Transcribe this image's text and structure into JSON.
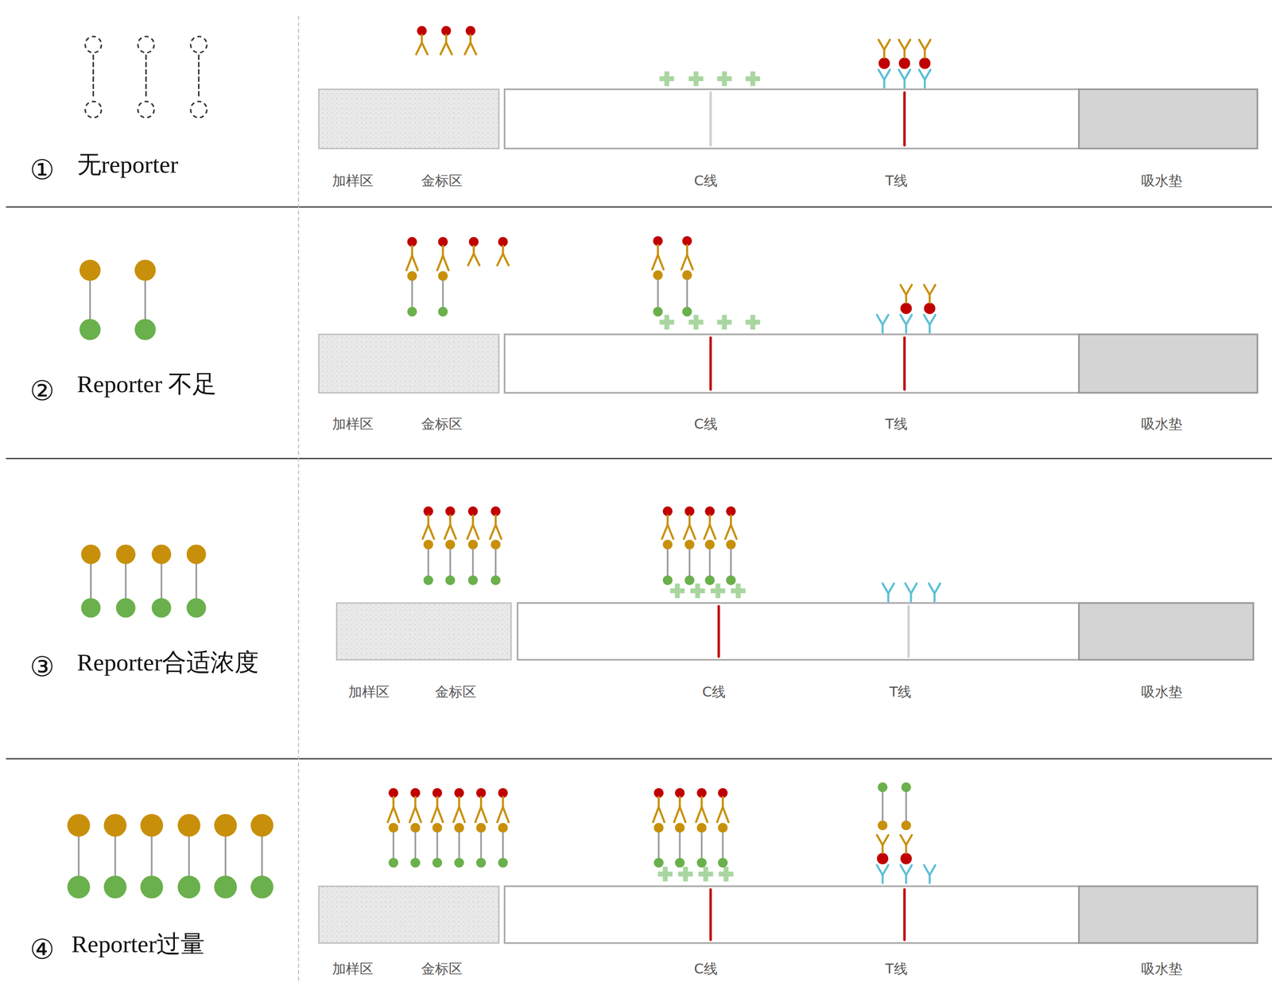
{
  "diagram": {
    "labels": [
      "①",
      "无reporter",
      "加样区",
      "金标区",
      "C线",
      "T线",
      "吸水垫",
      "②",
      "Reporter 不足",
      "加样区",
      "金标区",
      "C线",
      "T线",
      "吸水垫",
      "③",
      "Reporter合适浓度",
      "加样区",
      "金标区",
      "C线",
      "T线",
      "吸水垫",
      "④",
      "Reporter过量",
      "加样区",
      "金标区",
      "C线",
      "T线",
      "吸水垫"
    ]
  }
}
